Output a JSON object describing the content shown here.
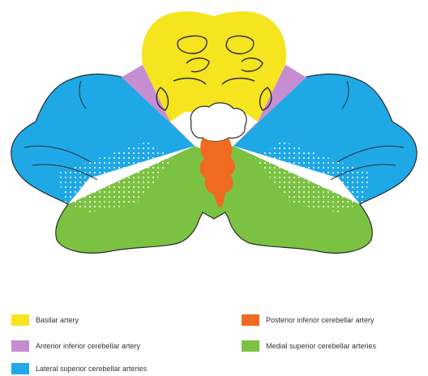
{
  "colors": {
    "basilar": "#F5E41E",
    "anterior_inferior": "#C68ED0",
    "lateral_superior": "#1EA8E6",
    "medial_superior": "#7CC242",
    "posterior_inferior": "#F06A20",
    "outline": "#2b2b2b"
  },
  "legend": [
    {
      "key": "basilar",
      "label": "Basilar artery",
      "color": "#F5E41E"
    },
    {
      "key": "posterior_inferior",
      "label": "Posterior inferior cerebellar artery",
      "color": "#F06A20"
    },
    {
      "key": "anterior_inferior",
      "label": "Anterior inferior cerebellar artery",
      "color": "#C68ED0"
    },
    {
      "key": "medial_superior",
      "label": "Medial superior cerebellar arteries",
      "color": "#7CC242"
    },
    {
      "key": "lateral_superior",
      "label": "Lateral superior cerebellar arteries",
      "color": "#1EA8E6"
    }
  ]
}
